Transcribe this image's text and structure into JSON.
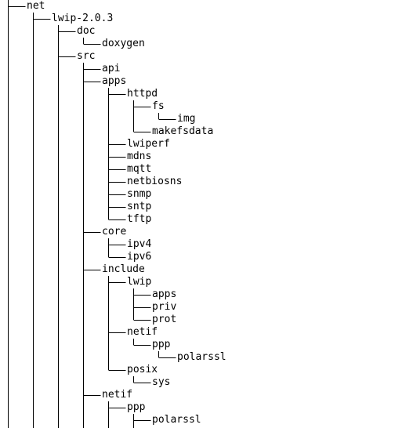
{
  "tree": {
    "line_color": "#000000",
    "text_color": "#000000",
    "background": "#ffffff",
    "nodes": [
      {
        "label": "net",
        "depth": 0
      },
      {
        "label": "lwip-2.0.3",
        "depth": 1
      },
      {
        "label": "doc",
        "depth": 2
      },
      {
        "label": "doxygen",
        "depth": 3
      },
      {
        "label": "src",
        "depth": 2
      },
      {
        "label": "api",
        "depth": 3
      },
      {
        "label": "apps",
        "depth": 3
      },
      {
        "label": "httpd",
        "depth": 4
      },
      {
        "label": "fs",
        "depth": 5
      },
      {
        "label": "img",
        "depth": 6
      },
      {
        "label": "makefsdata",
        "depth": 5
      },
      {
        "label": "lwiperf",
        "depth": 4
      },
      {
        "label": "mdns",
        "depth": 4
      },
      {
        "label": "mqtt",
        "depth": 4
      },
      {
        "label": "netbiosns",
        "depth": 4
      },
      {
        "label": "snmp",
        "depth": 4
      },
      {
        "label": "sntp",
        "depth": 4
      },
      {
        "label": "tftp",
        "depth": 4
      },
      {
        "label": "core",
        "depth": 3
      },
      {
        "label": "ipv4",
        "depth": 4
      },
      {
        "label": "ipv6",
        "depth": 4
      },
      {
        "label": "include",
        "depth": 3
      },
      {
        "label": "lwip",
        "depth": 4
      },
      {
        "label": "apps",
        "depth": 5
      },
      {
        "label": "priv",
        "depth": 5
      },
      {
        "label": "prot",
        "depth": 5
      },
      {
        "label": "netif",
        "depth": 4
      },
      {
        "label": "ppp",
        "depth": 5
      },
      {
        "label": "polarssl",
        "depth": 6
      },
      {
        "label": "posix",
        "depth": 4
      },
      {
        "label": "sys",
        "depth": 5
      },
      {
        "label": "netif",
        "depth": 3
      },
      {
        "label": "ppp",
        "depth": 4
      },
      {
        "label": "polarssl",
        "depth": 5
      }
    ]
  }
}
